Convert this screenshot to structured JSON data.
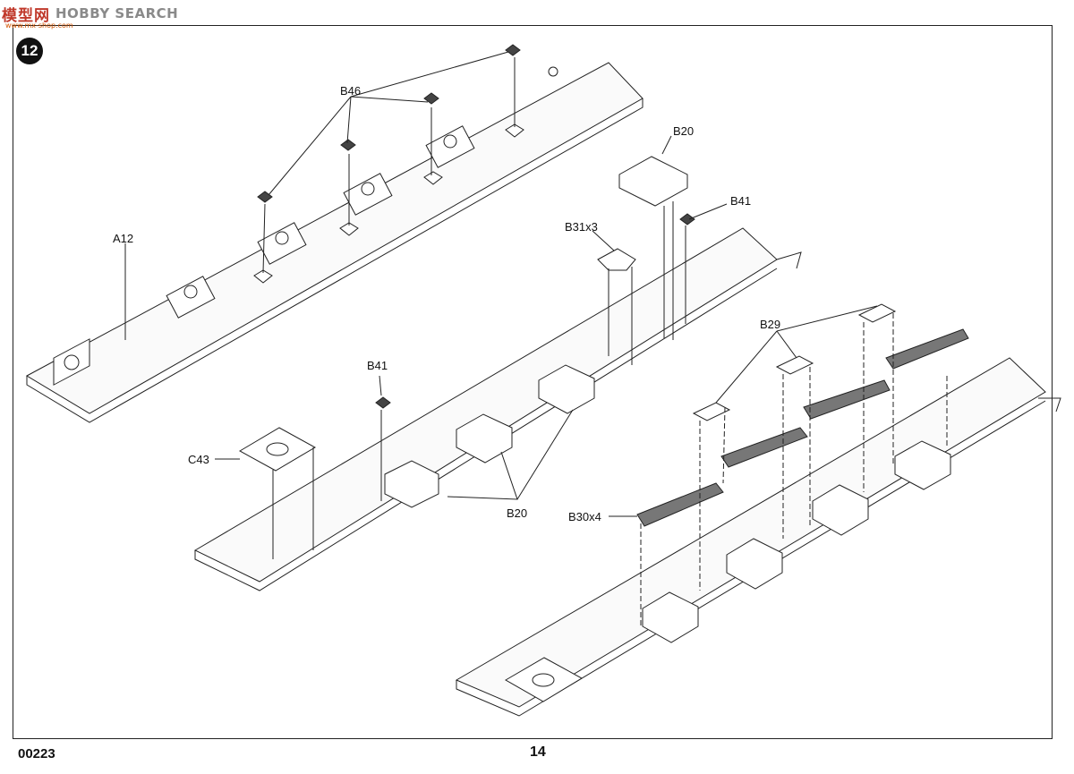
{
  "watermark": {
    "logo": "模型网",
    "text": "HOBBY SEARCH",
    "sub": "www.mx-shop.com"
  },
  "step_number": "12",
  "labels": {
    "b46": "B46",
    "a12": "A12",
    "b20_top": "B20",
    "b41_right": "B41",
    "b31": "B31x3",
    "b41_left": "B41",
    "c43": "C43",
    "b20_bottom": "B20",
    "b29": "B29",
    "b30": "B30x4"
  },
  "footer": {
    "code": "00223",
    "page": "14"
  },
  "colors": {
    "line": "#222222",
    "fill_light": "#f2f2f2",
    "fill_dark": "#2a2a2a"
  }
}
